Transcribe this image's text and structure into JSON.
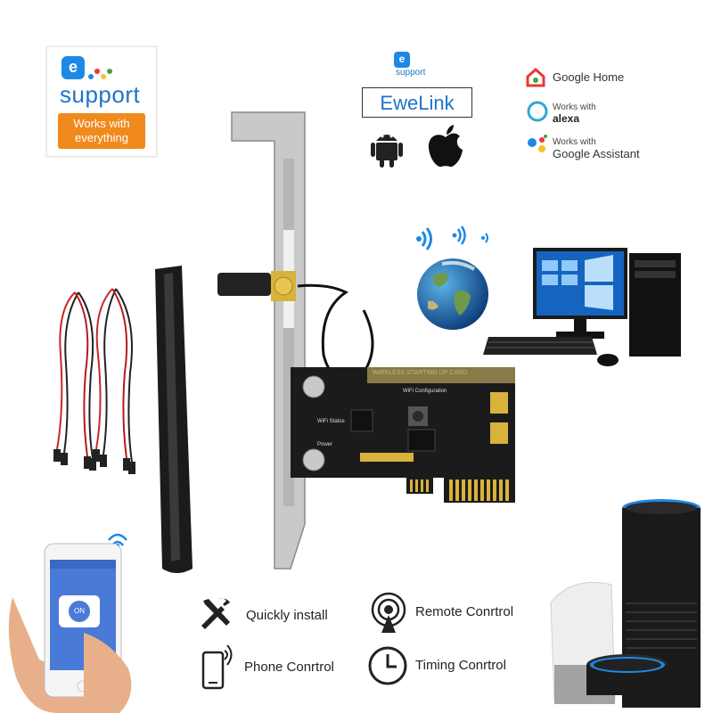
{
  "badge": {
    "logo_letter": "e",
    "word": "support",
    "tag_line1": "Works with",
    "tag_line2": "everything"
  },
  "ewelink": {
    "mini_letter": "e",
    "mini_word": "support",
    "brand": "EweLink"
  },
  "assistants": {
    "google_home": "Google Home",
    "alexa_line1": "Works with",
    "alexa_line2": "alexa",
    "ga_line1": "Works with",
    "ga_line2": "Google Assistant"
  },
  "card": {
    "silkscreen": "WIRELESS STARTING UP CARD",
    "wifi_config": "WiFi Configuration",
    "wifi_status": "WiFi Status",
    "power": "Power"
  },
  "phone": {
    "button_label": "ON"
  },
  "features": [
    {
      "label": "Quickly install",
      "icon": "tools-icon"
    },
    {
      "label": "Remote Conrtrol",
      "icon": "remote-signal-icon"
    },
    {
      "label": "Phone Conrtrol",
      "icon": "phone-icon"
    },
    {
      "label": "Timing Conrtrol",
      "icon": "clock-icon"
    }
  ],
  "colors": {
    "esupport_blue": "#1e73c8",
    "esupport_orange": "#f08a1c",
    "pcb_black": "#1b1b1b",
    "gold": "#d8b23a"
  }
}
